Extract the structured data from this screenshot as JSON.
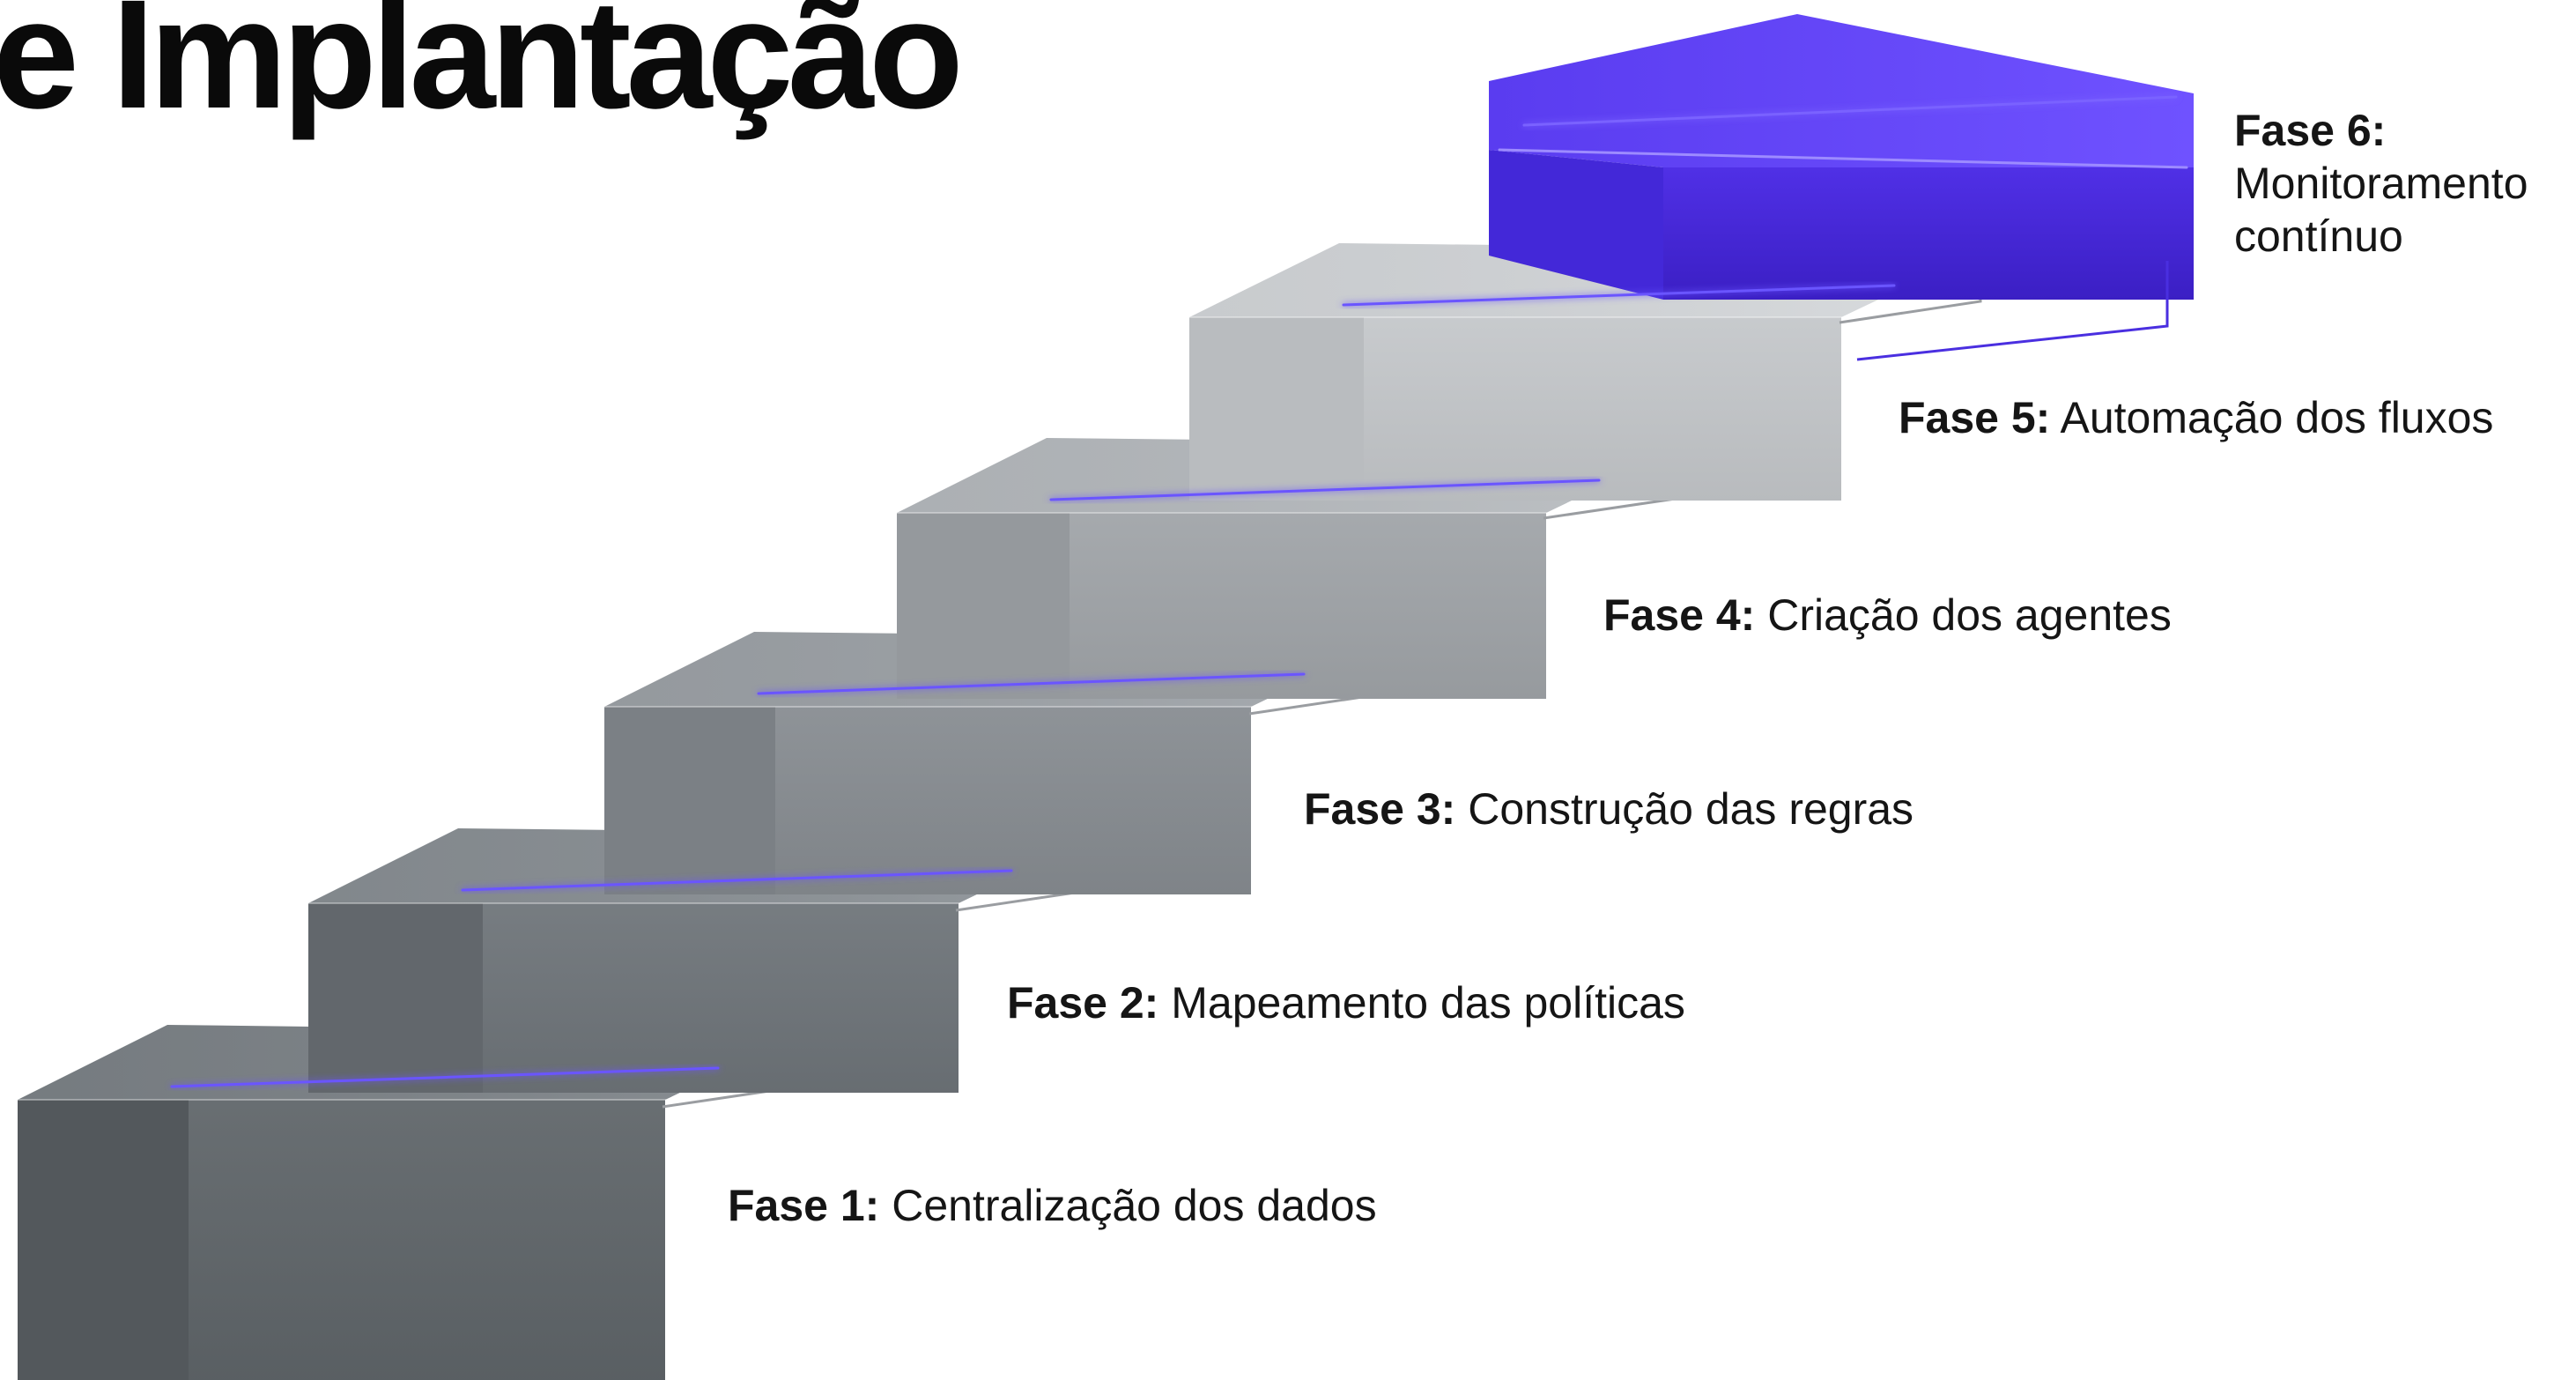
{
  "title": {
    "line1": "",
    "line2": "e Implantação"
  },
  "colors": {
    "accent": "#4a2fe0",
    "glow": "#8f7cff",
    "step_dark": "#5e6469",
    "step_light": "#d9dbde"
  },
  "phases": [
    {
      "num": "Fase 1:",
      "text": "Centralização dos dados"
    },
    {
      "num": "Fase 2:",
      "text": "Mapeamento das políticas"
    },
    {
      "num": "Fase 3:",
      "text": "Construção das regras"
    },
    {
      "num": "Fase 4:",
      "text": "Criação dos agentes"
    },
    {
      "num": "Fase 5:",
      "text": "Automação dos fluxos"
    },
    {
      "num": "Fase 6:",
      "text": "Monitoramento contínuo"
    }
  ]
}
